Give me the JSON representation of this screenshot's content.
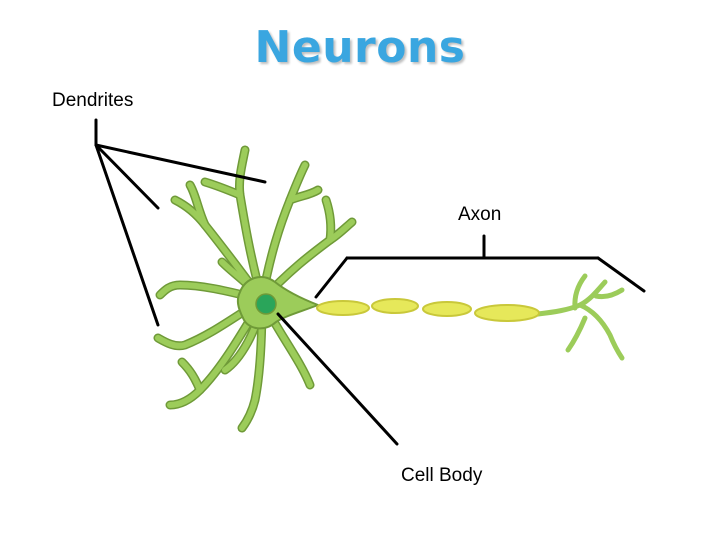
{
  "title": "Neurons",
  "labels": {
    "dendrites": "Dendrites",
    "axon": "Axon",
    "cell_body": "Cell Body"
  },
  "colors": {
    "title": "#3aa6e0",
    "dendrite_fill": "#9ccc5a",
    "dendrite_outline": "#6f9a38",
    "nucleus": "#2aa55a",
    "myelin": "#e6e85a",
    "myelin_outline": "#c9c83a",
    "leader_line": "#000000"
  }
}
